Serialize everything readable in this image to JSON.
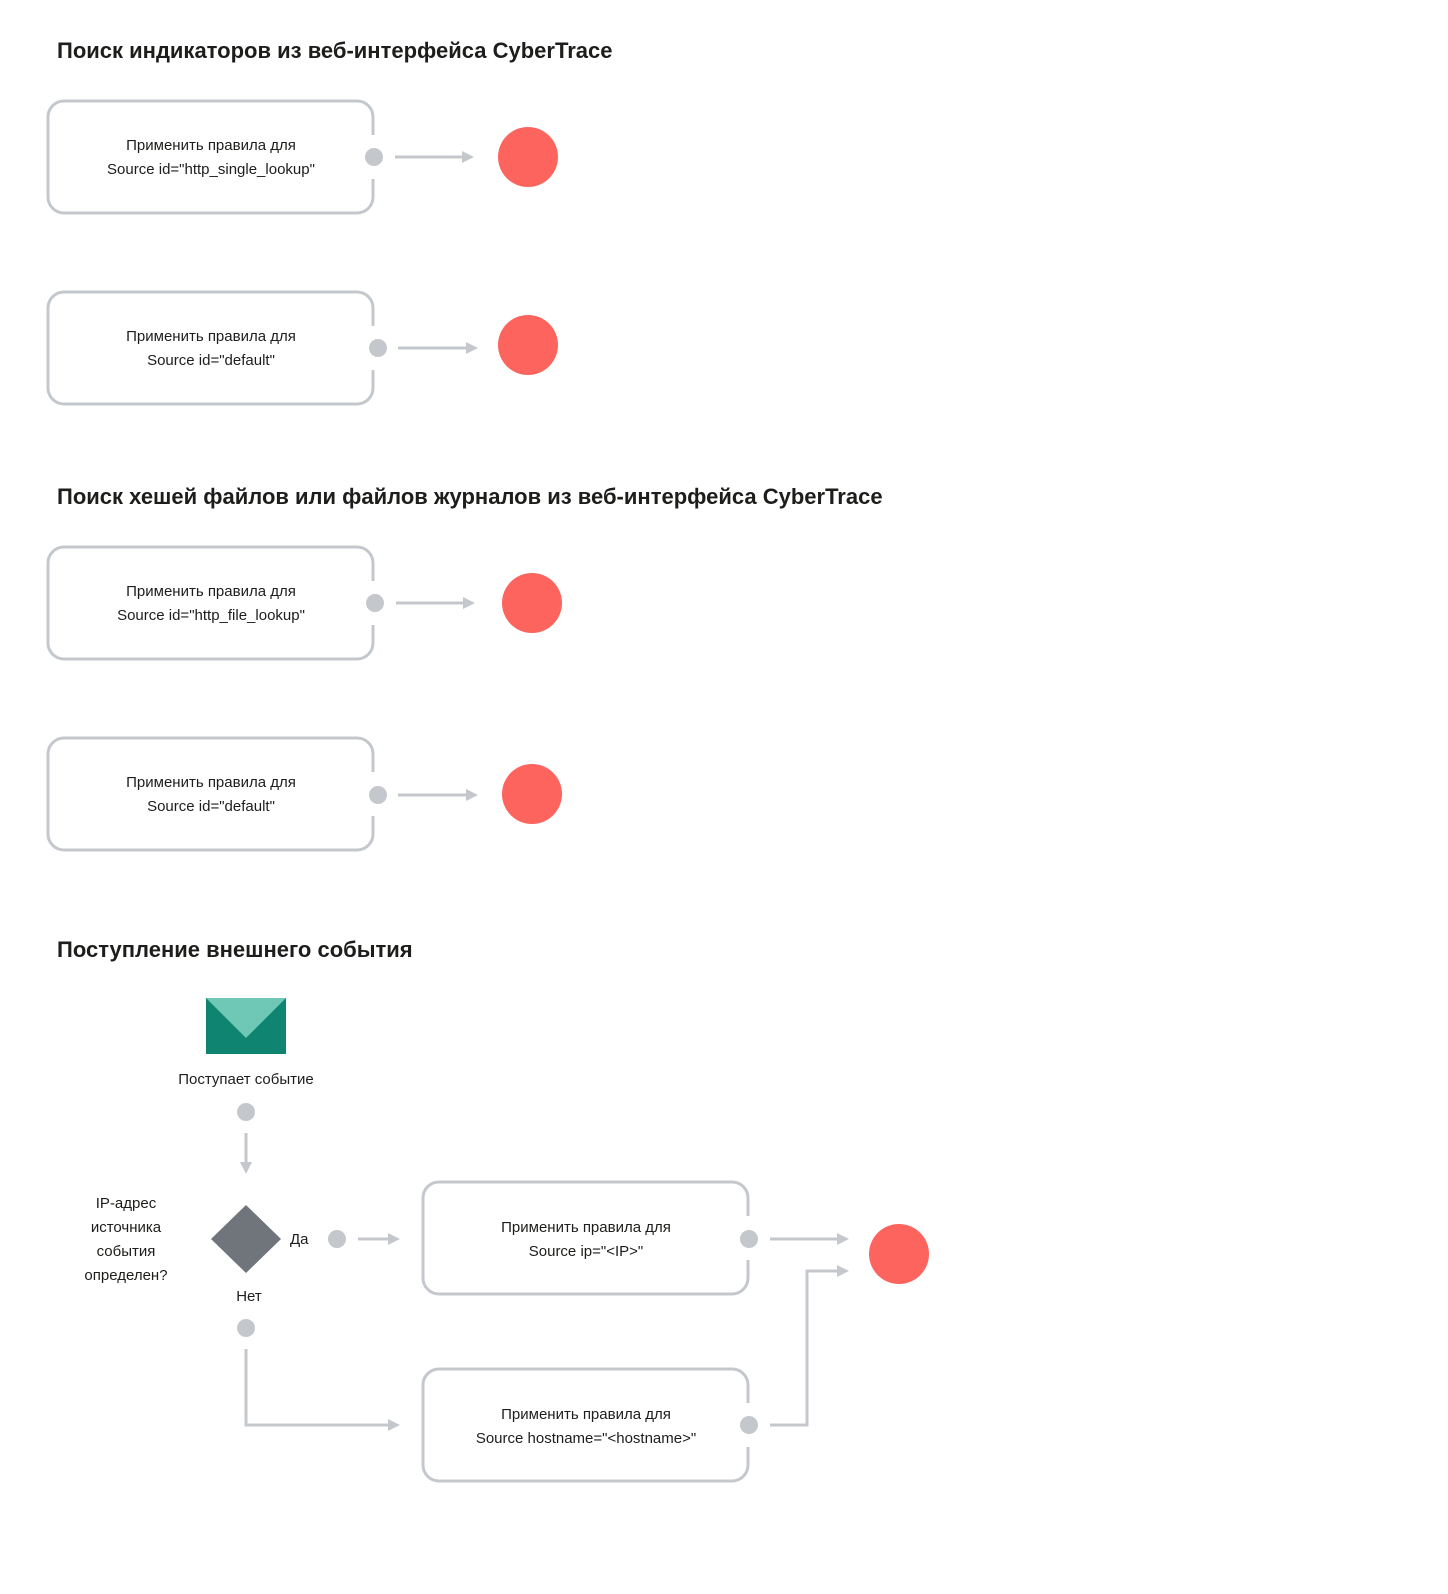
{
  "sections": [
    {
      "title": "Поиск индикаторов из веб-интерфейса CyberTrace"
    },
    {
      "title": "Поиск хешей файлов или файлов журналов из веб-интерфейса CyberTrace"
    },
    {
      "title": "Поступление внешнего события"
    }
  ],
  "boxes": {
    "single_lookup": {
      "line1": "Применить правила для",
      "line2": "Source id=\"http_single_lookup\""
    },
    "default_1": {
      "line1": "Применить правила для",
      "line2": "Source id=\"default\""
    },
    "file_lookup": {
      "line1": "Применить правила для",
      "line2": "Source id=\"http_file_lookup\""
    },
    "default_2": {
      "line1": "Применить правила для",
      "line2": "Source id=\"default\""
    },
    "ip": {
      "line1": "Применить правила для",
      "line2": "Source ip=\"<IP>\""
    },
    "hostname": {
      "line1": "Применить правила для",
      "line2": "Source hostname=\"<hostname>\""
    }
  },
  "event": {
    "label": "Поступает событие",
    "question": [
      "IP-адрес",
      "источника",
      "события",
      "определен?"
    ],
    "yes": "Да",
    "no": "Нет"
  },
  "colors": {
    "connector": "#c4c8cd",
    "end_node": "#fd645d",
    "decision": "#6f757b",
    "envelope_dark": "#0f8571",
    "envelope_light": "#6ec8b5",
    "box_border": "#c4c8cd"
  }
}
